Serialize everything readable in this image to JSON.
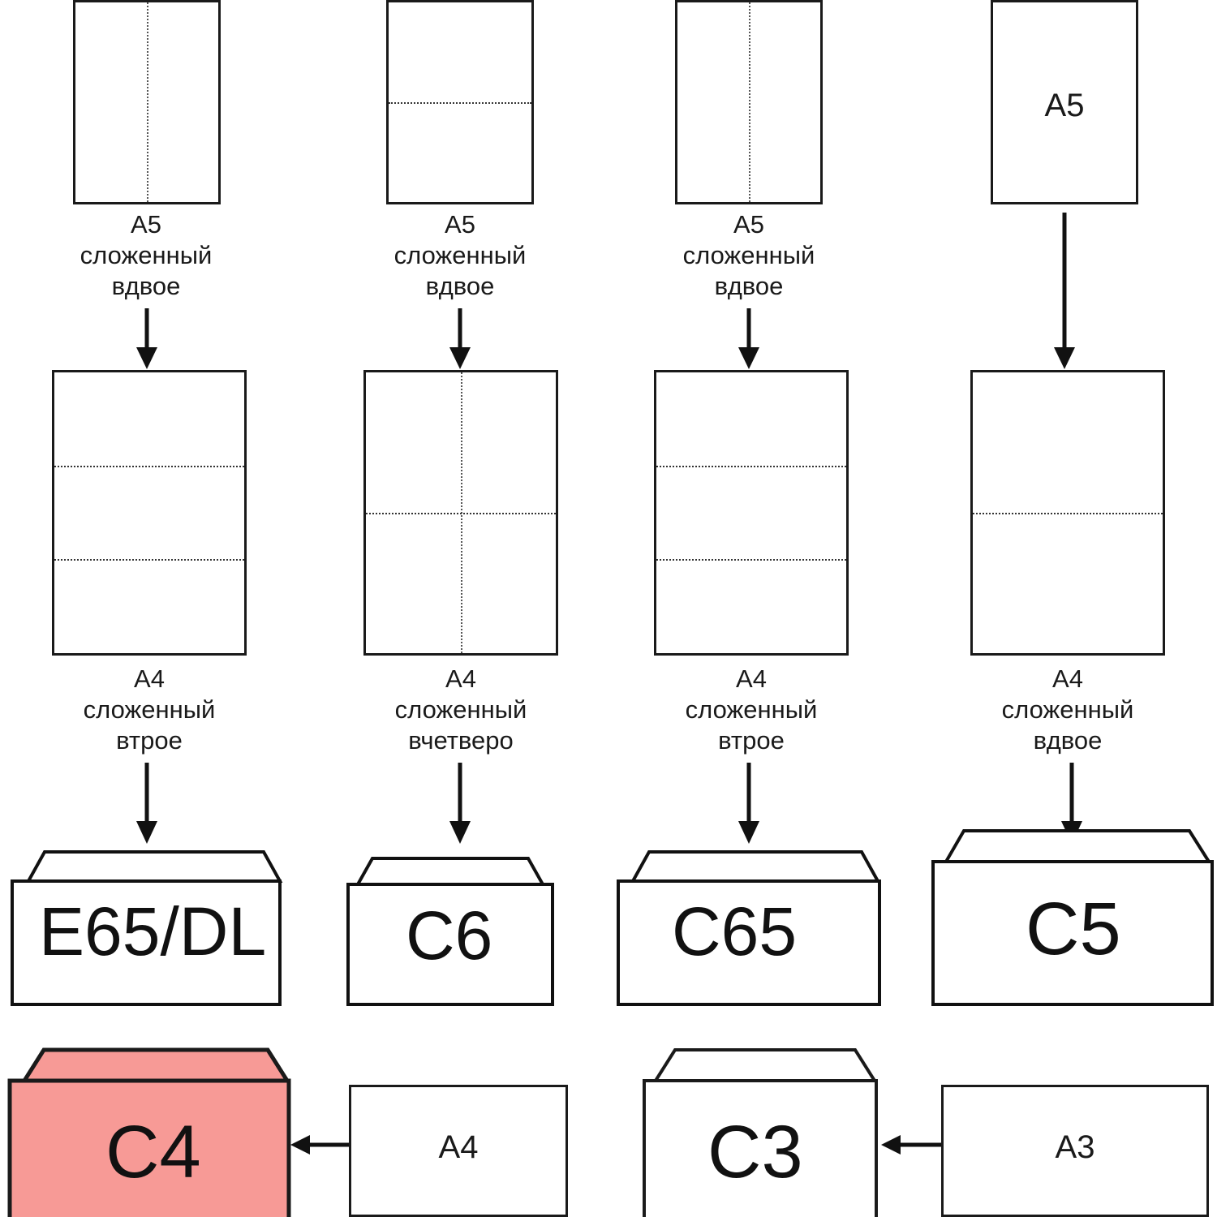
{
  "diagram": {
    "title": "Envelope and paper folding size chart",
    "colors": {
      "stroke": "#1a1a1a",
      "fold": "#555555",
      "highlight_fill": "#F79A96",
      "highlight_stroke": "#1a1a1a",
      "background": "#ffffff"
    }
  },
  "row_top": {
    "items": [
      {
        "id": "a5-fold-half-vertical",
        "inner_label": "",
        "caption": "A5\nсложенный\nвдвое",
        "folds": [
          "vertical-center"
        ]
      },
      {
        "id": "a5-fold-half-horizontal",
        "inner_label": "",
        "caption": "A5\nсложенный\nвдвое",
        "folds": [
          "horizontal-upper"
        ]
      },
      {
        "id": "a5-fold-half-vertical-2",
        "inner_label": "",
        "caption": "A5\nсложенный\nвдвое",
        "folds": [
          "vertical-center"
        ]
      },
      {
        "id": "a5-plain",
        "inner_label": "A5",
        "caption": "",
        "folds": []
      }
    ]
  },
  "row_middle": {
    "items": [
      {
        "id": "a4-fold-thirds",
        "caption": "A4\nсложенный\nвтрое",
        "folds": [
          "horizontal-third-1",
          "horizontal-third-2"
        ]
      },
      {
        "id": "a4-fold-quarters",
        "caption": "A4\nсложенный\nвчетверо",
        "folds": [
          "vertical-center",
          "horizontal-center"
        ]
      },
      {
        "id": "a4-fold-thirds-2",
        "caption": "A4\nсложенный\nвтрое",
        "folds": [
          "horizontal-third-1",
          "horizontal-third-2"
        ]
      },
      {
        "id": "a4-fold-half",
        "caption": "A4\nсложенный\nвдвое",
        "folds": [
          "horizontal-center"
        ]
      }
    ]
  },
  "row_envelopes": {
    "items": [
      {
        "id": "envelope-e65-dl",
        "label": "E65/DL",
        "highlighted": false
      },
      {
        "id": "envelope-c6",
        "label": "C6",
        "highlighted": false
      },
      {
        "id": "envelope-c65",
        "label": "C65",
        "highlighted": false
      },
      {
        "id": "envelope-c5",
        "label": "C5",
        "highlighted": false
      }
    ]
  },
  "row_bottom": {
    "items": [
      {
        "id": "envelope-c4",
        "label": "C4",
        "highlighted": true,
        "source_label": "A4"
      },
      {
        "id": "envelope-c3",
        "label": "C3",
        "highlighted": false,
        "source_label": "A3"
      }
    ]
  },
  "icons": {
    "arrow_down": "arrow-down-icon",
    "arrow_left": "arrow-left-icon"
  }
}
